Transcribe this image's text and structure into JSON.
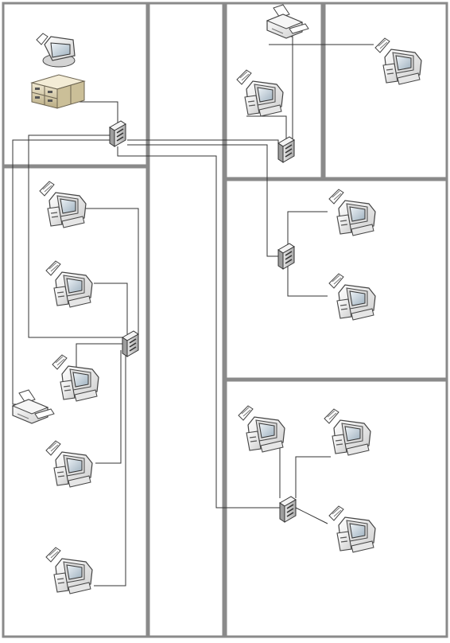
{
  "diagram": {
    "title": "",
    "rooms": [
      {
        "id": "room-server-area"
      },
      {
        "id": "room-office-west"
      },
      {
        "id": "room-corridor"
      },
      {
        "id": "room-print-area"
      },
      {
        "id": "room-office-northeast"
      },
      {
        "id": "room-office-east"
      },
      {
        "id": "room-office-southeast"
      }
    ],
    "devices": [
      {
        "id": "server-monitor",
        "icon": "server-workstation-icon"
      },
      {
        "id": "server-rack",
        "icon": "server-rack-icon"
      },
      {
        "id": "switch-main",
        "icon": "network-switch-icon"
      },
      {
        "id": "switch-west",
        "icon": "network-switch-icon"
      },
      {
        "id": "switch-print-area",
        "icon": "network-switch-icon"
      },
      {
        "id": "switch-east",
        "icon": "network-switch-icon"
      },
      {
        "id": "switch-southeast",
        "icon": "network-switch-icon"
      },
      {
        "id": "printer-west",
        "icon": "printer-icon"
      },
      {
        "id": "printer-print-area",
        "icon": "printer-icon"
      },
      {
        "id": "pc-west-1",
        "icon": "desktop-computer-icon"
      },
      {
        "id": "pc-west-2",
        "icon": "desktop-computer-icon"
      },
      {
        "id": "pc-west-3",
        "icon": "desktop-computer-icon"
      },
      {
        "id": "pc-west-4",
        "icon": "desktop-computer-icon"
      },
      {
        "id": "pc-west-5",
        "icon": "desktop-computer-icon"
      },
      {
        "id": "pc-print-area",
        "icon": "desktop-computer-icon"
      },
      {
        "id": "pc-northeast",
        "icon": "desktop-computer-icon"
      },
      {
        "id": "pc-east-1",
        "icon": "desktop-computer-icon"
      },
      {
        "id": "pc-east-2",
        "icon": "desktop-computer-icon"
      },
      {
        "id": "pc-southeast-1",
        "icon": "desktop-computer-icon"
      },
      {
        "id": "pc-southeast-2",
        "icon": "desktop-computer-icon"
      },
      {
        "id": "pc-southeast-3",
        "icon": "desktop-computer-icon"
      }
    ],
    "links": [
      [
        "server-rack",
        "switch-main"
      ],
      [
        "switch-main",
        "switch-west"
      ],
      [
        "switch-main",
        "switch-print-area"
      ],
      [
        "switch-main",
        "switch-east"
      ],
      [
        "switch-main",
        "switch-southeast"
      ],
      [
        "switch-west",
        "pc-west-1"
      ],
      [
        "switch-west",
        "pc-west-2"
      ],
      [
        "switch-west",
        "pc-west-3"
      ],
      [
        "switch-west",
        "pc-west-4"
      ],
      [
        "switch-west",
        "pc-west-5"
      ],
      [
        "switch-print-area",
        "printer-print-area"
      ],
      [
        "switch-print-area",
        "pc-print-area"
      ],
      [
        "switch-print-area",
        "pc-northeast"
      ],
      [
        "switch-east",
        "pc-east-1"
      ],
      [
        "switch-east",
        "pc-east-2"
      ],
      [
        "switch-southeast",
        "pc-southeast-1"
      ],
      [
        "switch-southeast",
        "pc-southeast-2"
      ],
      [
        "switch-southeast",
        "pc-southeast-3"
      ]
    ],
    "colors": {
      "wall": "#8a8a8a",
      "wire": "#333333",
      "device_body": "#f2f2f2",
      "device_outline": "#444444",
      "screen": "#c9d3dc",
      "server": "#ddd3b5"
    }
  }
}
